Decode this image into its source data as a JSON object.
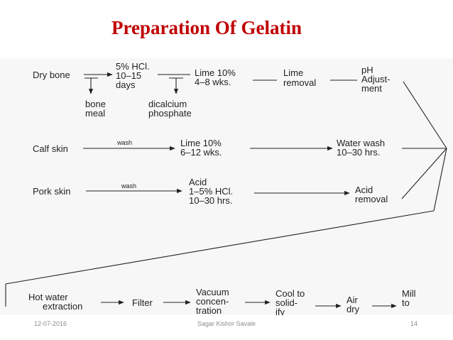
{
  "title": "Preparation Of Gelatin",
  "diagram": {
    "row1": {
      "source": "Dry bone",
      "step1": [
        "5% HCl.",
        "10–15",
        "days"
      ],
      "step2": [
        "Lime 10%",
        "4–8 wks."
      ],
      "step3": [
        "Lime",
        "removal"
      ],
      "step4": [
        "pH",
        "Adjust-",
        "ment"
      ],
      "by1": [
        "bone",
        "meal"
      ],
      "by2": [
        "dicalcium",
        "phosphate"
      ]
    },
    "row2": {
      "source": "Calf skin",
      "arrow_label": "wash",
      "step1": [
        "Lime 10%",
        "6–12 wks."
      ],
      "step2": [
        "Water wash",
        "10–30 hrs."
      ]
    },
    "row3": {
      "source": "Pork skin",
      "arrow_label": "wash",
      "step1": [
        "Acid",
        "1–5% HCl.",
        "10–30 hrs."
      ],
      "step2": [
        "Acid",
        "removal"
      ]
    },
    "row4": {
      "step1": [
        "Hot water",
        "extraction"
      ],
      "step2": [
        "Filter"
      ],
      "step3": [
        "Vacuum",
        "concen-",
        "tration"
      ],
      "step4": [
        "Cool to",
        "solid-",
        "ify"
      ],
      "step5": [
        "Air",
        "dry"
      ],
      "step6": [
        "Mill",
        "to"
      ]
    }
  },
  "footer": {
    "date": "12-07-2016",
    "author": "Sagar Kishor Savale",
    "page": "14"
  }
}
